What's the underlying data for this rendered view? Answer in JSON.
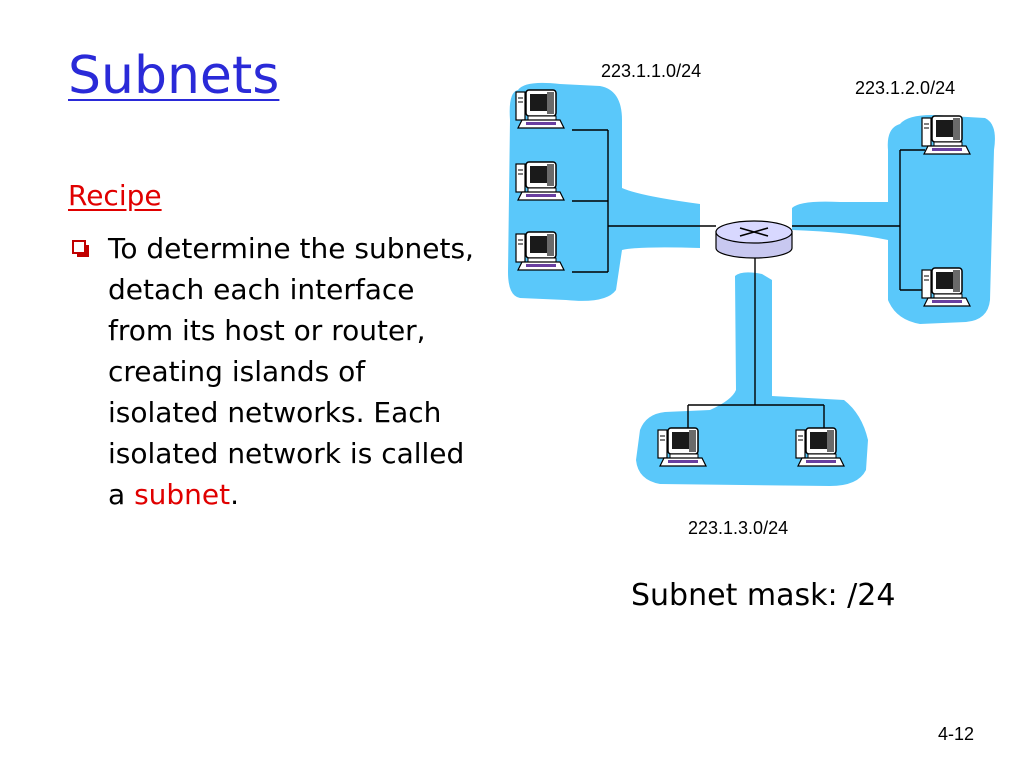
{
  "slide": {
    "title": "Subnets",
    "recipe_heading": "Recipe",
    "bullet_text_before": "To determine the subnets, detach each interface from its host or router, creating islands of isolated networks. Each isolated network is called a ",
    "bullet_highlight": "subnet",
    "bullet_text_after": ".",
    "page_number": "4-12"
  },
  "diagram": {
    "networks": [
      {
        "label": "223.1.1.0/24",
        "hosts": 3
      },
      {
        "label": "223.1.2.0/24",
        "hosts": 2
      },
      {
        "label": "223.1.3.0/24",
        "hosts": 2
      }
    ],
    "mask_label": "Subnet mask: /24",
    "colors": {
      "island": "#5ac8fa",
      "router": "#c8c8f0",
      "accent_red": "#e00000",
      "title_blue": "#2a2ad8"
    },
    "icons": [
      "computer-icon",
      "router-icon"
    ]
  }
}
